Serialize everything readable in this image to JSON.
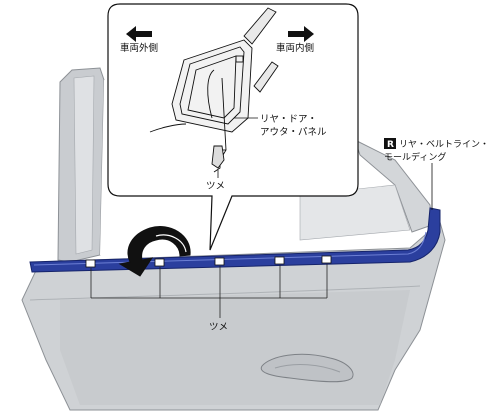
{
  "callout": {
    "outer_side": "車両外側",
    "inner_side": "車両内側",
    "panel_line1": "リヤ・ドア・",
    "panel_line2": "アウタ・パネル",
    "clip_label": "ツメ"
  },
  "molding": {
    "badge": "R",
    "line1": "リヤ・ベルトライン・",
    "line2": "モールディング"
  },
  "bottom_label": "ツメ",
  "colors": {
    "molding": "#2b3f9e",
    "door_body": "#cfd2d5",
    "door_shadow": "#b5b8bc",
    "arrow": "#111111",
    "badge_bg": "#111111"
  }
}
